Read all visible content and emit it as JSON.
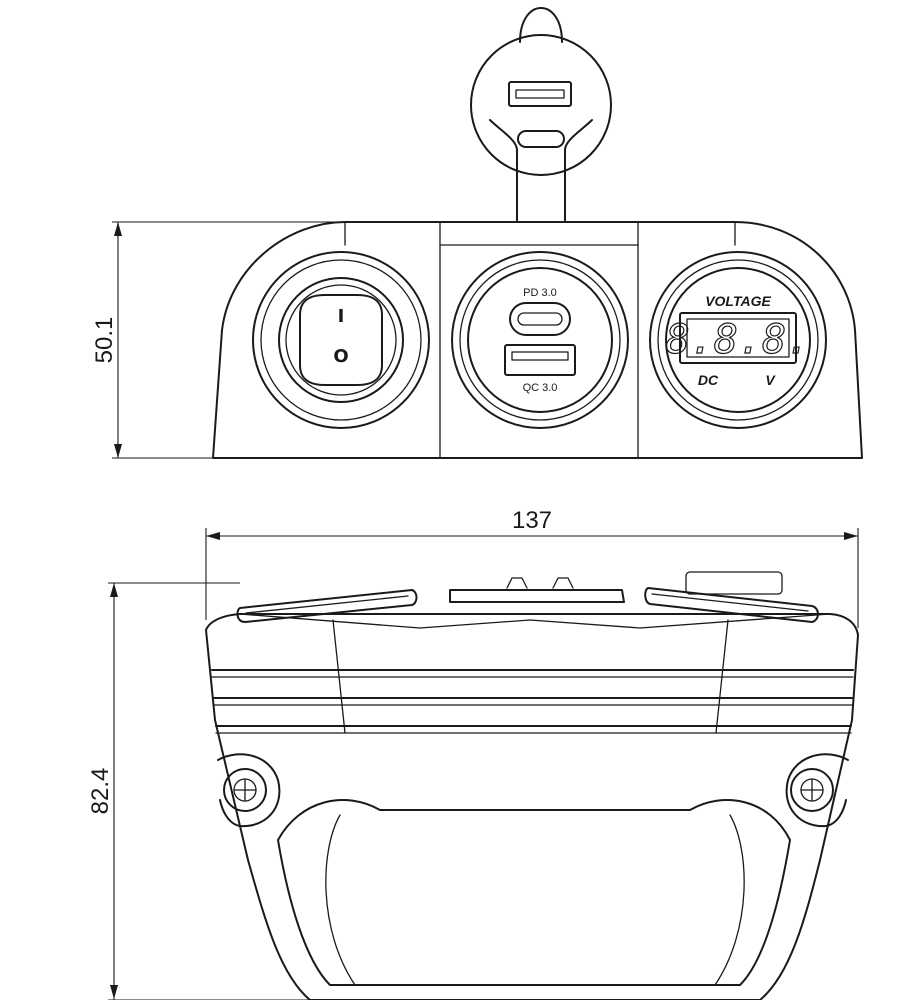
{
  "dimensions": {
    "front_height": "50.1",
    "bottom_width": "137",
    "bottom_height": "82.4"
  },
  "usb_module": {
    "top_label": "PD 3.0",
    "bottom_label": "QC 3.0"
  },
  "voltmeter": {
    "title": "VOLTAGE",
    "display": "8.8.8.",
    "left_label": "DC",
    "right_label": "V"
  },
  "switch": {
    "on_mark": "I",
    "off_mark": "O"
  }
}
